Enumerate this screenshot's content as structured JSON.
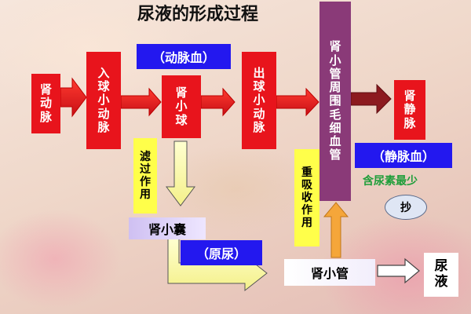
{
  "title": "尿液的形成过程",
  "nodes": {
    "renal_artery": "肾\n动\n脉",
    "afferent_arteriole": "入\n球\n小\n动\n脉",
    "glomerulus": "肾\n小\n球",
    "efferent_arteriole": "出\n球\n小\n动\n脉",
    "peritubular_capillary": "肾\n小\n管\n周\n围\n毛\n细\n血\n管",
    "renal_vein": "肾\n静\n脉",
    "bowman_capsule": "肾小囊",
    "renal_tubule": "肾小管",
    "urine": "尿\n液"
  },
  "labels": {
    "arterial_blood": "（动脉血）",
    "venous_blood": "（静脉血）",
    "primary_urine": "（原尿）",
    "filtration": "滤\n过\n作\n用",
    "reabsorption": "重\n吸\n收\n作\n用",
    "least_urea": "含尿素最少",
    "copy_badge": "抄"
  },
  "colors": {
    "red_box": "#e8141c",
    "blue_label": "#2318ef",
    "purple_capillary": "#8a3a78",
    "dark_red_vein": "#8c1a1f",
    "yellow_label": "#ffff4a",
    "lilac_label": "#cfc0f2",
    "orange_arrow": "#f5a63a",
    "green_text": "#1f9e3a"
  }
}
